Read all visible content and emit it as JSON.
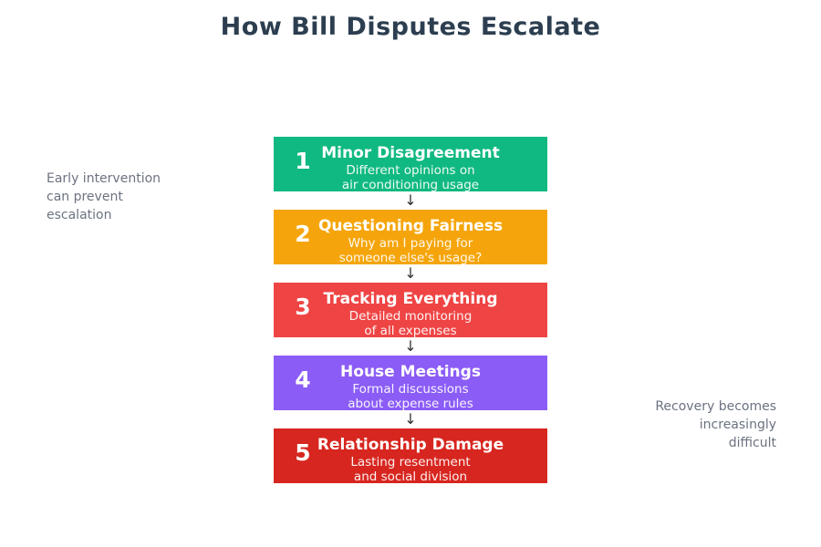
{
  "page": {
    "title": "How Bill Disputes Escalate"
  },
  "diagram": {
    "arrow_icon": "↓",
    "steps": [
      {
        "number": "1",
        "title": "Minor Disagreement",
        "desc_line1": "Different opinions on",
        "desc_line2": "air conditioning usage",
        "color": "#10b981"
      },
      {
        "number": "2",
        "title": "Questioning Fairness",
        "desc_line1": "Why am I paying for",
        "desc_line2": "someone else's usage?",
        "color": "#f5a50b"
      },
      {
        "number": "3",
        "title": "Tracking Everything",
        "desc_line1": "Detailed monitoring",
        "desc_line2": "of all expenses",
        "color": "#ef4444"
      },
      {
        "number": "4",
        "title": "House Meetings",
        "desc_line1": "Formal discussions",
        "desc_line2": "about expense rules",
        "color": "#8b5cf6"
      },
      {
        "number": "5",
        "title": "Relationship Damage",
        "desc_line1": "Lasting resentment",
        "desc_line2": "and social division",
        "color": "#d7261f"
      }
    ],
    "annotations": {
      "left": {
        "line1": "Early intervention",
        "line2": "can prevent",
        "line3": "escalation"
      },
      "right": {
        "line1": "Recovery becomes",
        "line2": "increasingly",
        "line3": "difficult"
      }
    }
  },
  "colors": {
    "title_text": "#2c3e50",
    "annotation_text": "#6b7280",
    "arrow": "#333333",
    "step_text": "#ffffff"
  }
}
